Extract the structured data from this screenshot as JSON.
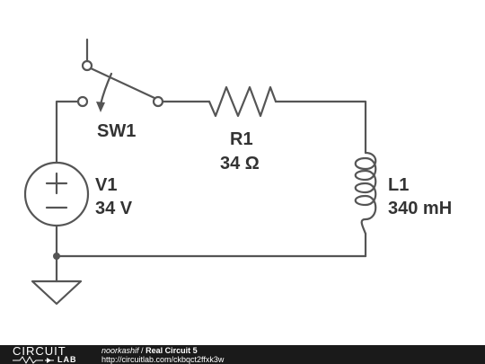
{
  "circuit": {
    "switch_label": "SW1",
    "resistor_label": "R1",
    "resistor_value": "34 Ω",
    "source_label": "V1",
    "source_value": "34 V",
    "inductor_label": "L1",
    "inductor_value": "340 mH"
  },
  "footer": {
    "logo_text_top": "CIRCUIT",
    "logo_text_bottom": "LAB",
    "author": "noorkashif",
    "separator": "/",
    "title": "Real Circuit 5",
    "url": "http://circuitlab.com/ckbqct2ffxk3w"
  },
  "colors": {
    "wire": "#555555",
    "label": "#333333",
    "footer_bg": "#1a1a1a",
    "footer_text": "#ffffff"
  }
}
